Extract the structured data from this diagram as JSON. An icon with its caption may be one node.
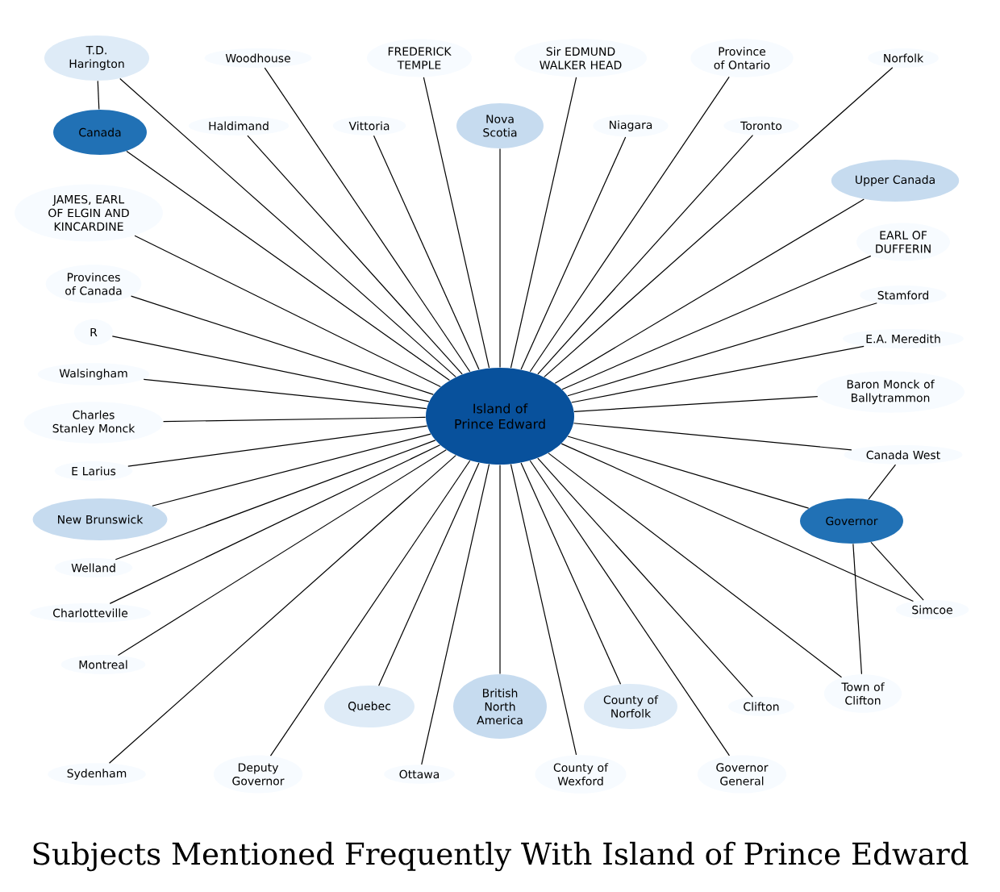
{
  "diagram": {
    "title": "Subjects Mentioned Frequently With Island of Prince Edward",
    "nodes": [
      {
        "text": [
          "Island of Prince Edward"
        ]
      },
      {
        "text": [
          "Canada"
        ]
      },
      {
        "text": [
          "Governor"
        ]
      },
      {
        "text": [
          "T.D. Harington"
        ]
      },
      {
        "text": [
          "Nova Scotia"
        ]
      },
      {
        "text": [
          "Upper Canada"
        ]
      },
      {
        "text": [
          "New Brunswick"
        ]
      },
      {
        "text": [
          "British North America"
        ]
      },
      {
        "text": [
          "Quebec"
        ]
      },
      {
        "text": [
          "County of Norfolk"
        ]
      },
      {
        "text": [
          "FREDERICK TEMPLE"
        ]
      },
      {
        "text": [
          "Woodhouse"
        ]
      },
      {
        "text": [
          "Haldimand"
        ]
      },
      {
        "text": [
          "Vittoria"
        ]
      },
      {
        "text": [
          "Sir EDMUND WALKER HEAD"
        ]
      },
      {
        "text": [
          "Niagara"
        ]
      },
      {
        "text": [
          "Norfolk"
        ]
      },
      {
        "text": [
          "Toronto"
        ]
      },
      {
        "text": [
          "Province of Ontario"
        ]
      },
      {
        "text": [
          "EARL OF DUFFERIN"
        ]
      },
      {
        "text": [
          "Stamford"
        ]
      },
      {
        "text": [
          "E.A. Meredith"
        ]
      },
      {
        "text": [
          "Canada West"
        ]
      },
      {
        "text": [
          "Baron Monck of Ballytrammon"
        ]
      },
      {
        "text": [
          "Simcoe"
        ]
      },
      {
        "text": [
          "Clifton"
        ]
      },
      {
        "text": [
          "Town of Clifton"
        ]
      },
      {
        "text": [
          "Governor General"
        ]
      },
      {
        "text": [
          "County of Wexford"
        ]
      },
      {
        "text": [
          "Ottawa"
        ]
      },
      {
        "text": [
          "Deputy Governor"
        ]
      },
      {
        "text": [
          "Sydenham"
        ]
      },
      {
        "text": [
          "Montreal"
        ]
      },
      {
        "text": [
          "Charlotteville"
        ]
      },
      {
        "text": [
          "Welland"
        ]
      },
      {
        "text": [
          "E Larius"
        ]
      },
      {
        "text": [
          "Charles Stanley Monck"
        ]
      },
      {
        "text": [
          "Walsingham"
        ]
      },
      {
        "text": [
          "Provinces of Canada"
        ]
      },
      {
        "text": [
          "R"
        ]
      },
      {
        "text": [
          "JAMES, EARL OF ELGIN AND KINCARDINE"
        ]
      }
    ],
    "edges": [
      {
        "from": 0,
        "to": 1,
        "arrow": "none"
      },
      {
        "from": 0,
        "to": 2,
        "arrow": "none"
      },
      {
        "from": 0,
        "to": 3,
        "arrow": "none"
      },
      {
        "from": 0,
        "to": 4,
        "arrow": "none"
      },
      {
        "from": 0,
        "to": 5,
        "arrow": "none"
      },
      {
        "from": 0,
        "to": 6,
        "arrow": "none"
      },
      {
        "from": 0,
        "to": 7,
        "arrow": "none"
      },
      {
        "from": 0,
        "to": 8,
        "arrow": "none"
      },
      {
        "from": 0,
        "to": 9,
        "arrow": "none"
      },
      {
        "from": 0,
        "to": 10,
        "arrow": "none"
      },
      {
        "from": 0,
        "to": 11,
        "arrow": "none"
      },
      {
        "from": 0,
        "to": 12,
        "arrow": "none"
      },
      {
        "from": 0,
        "to": 13,
        "arrow": "none"
      },
      {
        "from": 0,
        "to": 14,
        "arrow": "none"
      },
      {
        "from": 0,
        "to": 15,
        "arrow": "none"
      },
      {
        "from": 0,
        "to": 16,
        "arrow": "none"
      },
      {
        "from": 0,
        "to": 17,
        "arrow": "none"
      },
      {
        "from": 0,
        "to": 18,
        "arrow": "none"
      },
      {
        "from": 0,
        "to": 19,
        "arrow": "none"
      },
      {
        "from": 0,
        "to": 20,
        "arrow": "none"
      },
      {
        "from": 0,
        "to": 21,
        "arrow": "none"
      },
      {
        "from": 0,
        "to": 22,
        "arrow": "none"
      },
      {
        "from": 0,
        "to": 23,
        "arrow": "none"
      },
      {
        "from": 0,
        "to": 24,
        "arrow": "none"
      },
      {
        "from": 0,
        "to": 25,
        "arrow": "none"
      },
      {
        "from": 0,
        "to": 26,
        "arrow": "none"
      },
      {
        "from": 0,
        "to": 27,
        "arrow": "none"
      },
      {
        "from": 0,
        "to": 28,
        "arrow": "none"
      },
      {
        "from": 0,
        "to": 29,
        "arrow": "none"
      },
      {
        "from": 0,
        "to": 30,
        "arrow": "none"
      },
      {
        "from": 0,
        "to": 31,
        "arrow": "none"
      },
      {
        "from": 0,
        "to": 32,
        "arrow": "none"
      },
      {
        "from": 0,
        "to": 33,
        "arrow": "none"
      },
      {
        "from": 0,
        "to": 34,
        "arrow": "none"
      },
      {
        "from": 0,
        "to": 35,
        "arrow": "none"
      },
      {
        "from": 0,
        "to": 36,
        "arrow": "none"
      },
      {
        "from": 0,
        "to": 37,
        "arrow": "none"
      },
      {
        "from": 0,
        "to": 38,
        "arrow": "none"
      },
      {
        "from": 0,
        "to": 39,
        "arrow": "none"
      },
      {
        "from": 0,
        "to": 40,
        "arrow": "none"
      },
      {
        "from": 1,
        "to": 3,
        "arrow": "none"
      },
      {
        "from": 2,
        "to": 22,
        "arrow": "none"
      },
      {
        "from": 2,
        "to": 24,
        "arrow": "none"
      },
      {
        "from": 2,
        "to": 26,
        "arrow": "none"
      }
    ]
  }
}
